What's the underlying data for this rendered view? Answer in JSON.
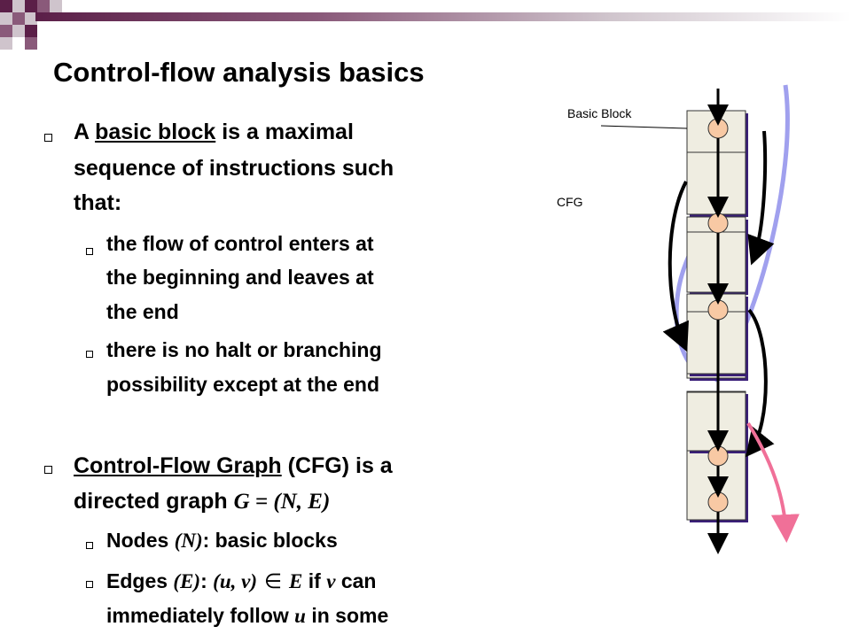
{
  "slide": {
    "title": "Control-flow analysis basics"
  },
  "bullets": {
    "b1": {
      "prefix": "A ",
      "term": "basic block",
      "line1_rest": " is a maximal",
      "line2": "sequence of instructions such",
      "line3": "that:"
    },
    "b1a": {
      "line1": "the flow of control enters at",
      "line2": "the beginning and leaves at",
      "line3": "the end"
    },
    "b1b": {
      "line1": "there is no halt or branching",
      "line2": "possibility except at the end"
    },
    "b2": {
      "term": "Control-Flow Graph",
      "line1_rest": " (CFG) is a",
      "line2_text": "directed graph ",
      "line2_math": "G = (N, E)"
    },
    "b2a": {
      "text": "Nodes ",
      "math": "(N)",
      "rest": ": basic blocks"
    },
    "b2b": {
      "text": "Edges ",
      "math1": "(E)",
      "mid": ": ",
      "math2": "(u, v)",
      "elem": "∈",
      "math3": "E",
      "rest": " if ",
      "var_v": "v",
      "rest2": " can",
      "line2_text": "immediately follow ",
      "var_u": "u",
      "line2_rest": " in some"
    }
  },
  "diagram": {
    "label_basic_block": "Basic Block",
    "label_cfg": "CFG",
    "colors": {
      "block_fill": "#efede1",
      "block_border": "#333333",
      "node_fill": "#f8c9a4",
      "back_edge": "#a0a0ee",
      "pink_edge": "#f07098",
      "edge": "#000000",
      "shadow": "#3a1f78"
    }
  },
  "theme": {
    "accent_dark": "#5b1f48",
    "accent_mid": "#8a5a7a",
    "accent_light": "#cfc4cc"
  }
}
